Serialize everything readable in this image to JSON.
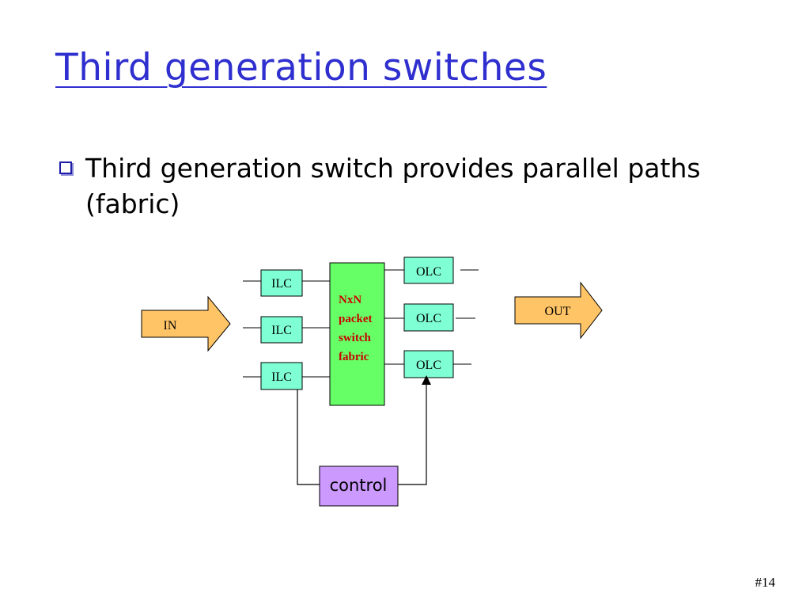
{
  "slide": {
    "title": "Third generation switches",
    "bullet": "Third generation switch provides parallel paths (fabric)",
    "page_number": "#14"
  },
  "diagram": {
    "input_arrow": "IN",
    "output_arrow": "OUT",
    "input_line_cards": [
      "ILC",
      "ILC",
      "ILC"
    ],
    "output_line_cards": [
      "OLC",
      "OLC",
      "OLC"
    ],
    "fabric_lines": [
      "NxN",
      "packet",
      "switch",
      "fabric"
    ],
    "control": "control",
    "colors": {
      "title": "#2f2fd0",
      "line_card_fill": "#7fffd4",
      "fabric_fill": "#66ff66",
      "fabric_text": "#cc0000",
      "arrow_fill": "#ffc466",
      "control_fill": "#cc99ff"
    }
  }
}
